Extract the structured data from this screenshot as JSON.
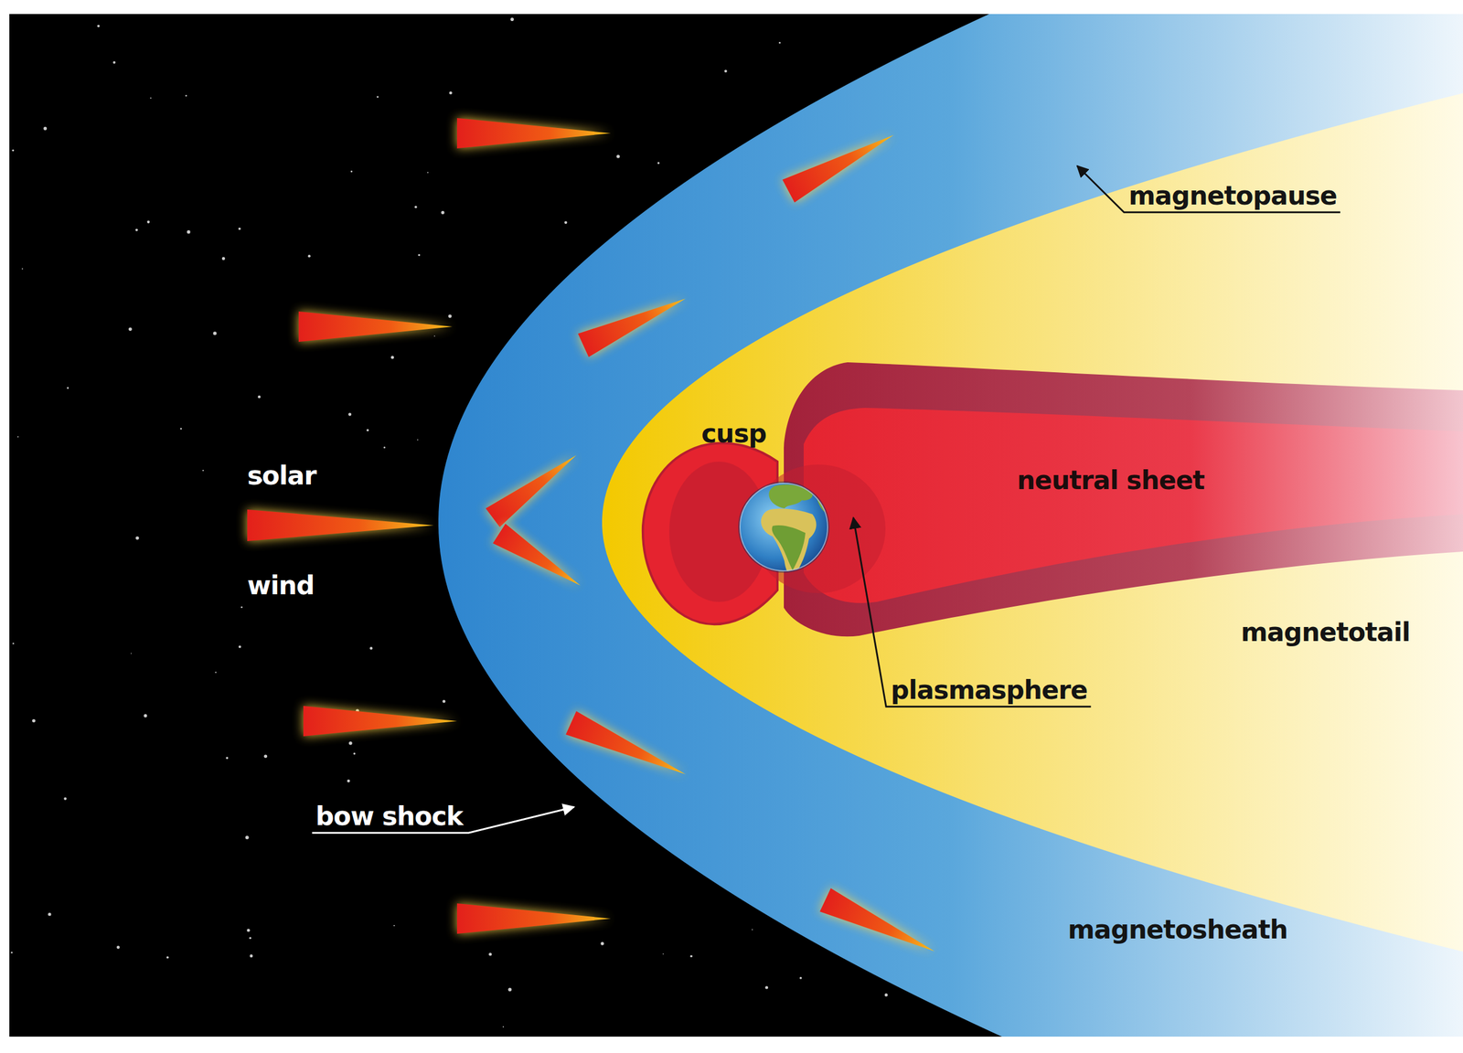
{
  "diagram": {
    "labels": [
      "magnetopause",
      "cusp",
      "solar",
      "neutral sheet",
      "wind",
      "magnetotail",
      "plasmasphere",
      "bow shock",
      "magnetosheath"
    ]
  }
}
